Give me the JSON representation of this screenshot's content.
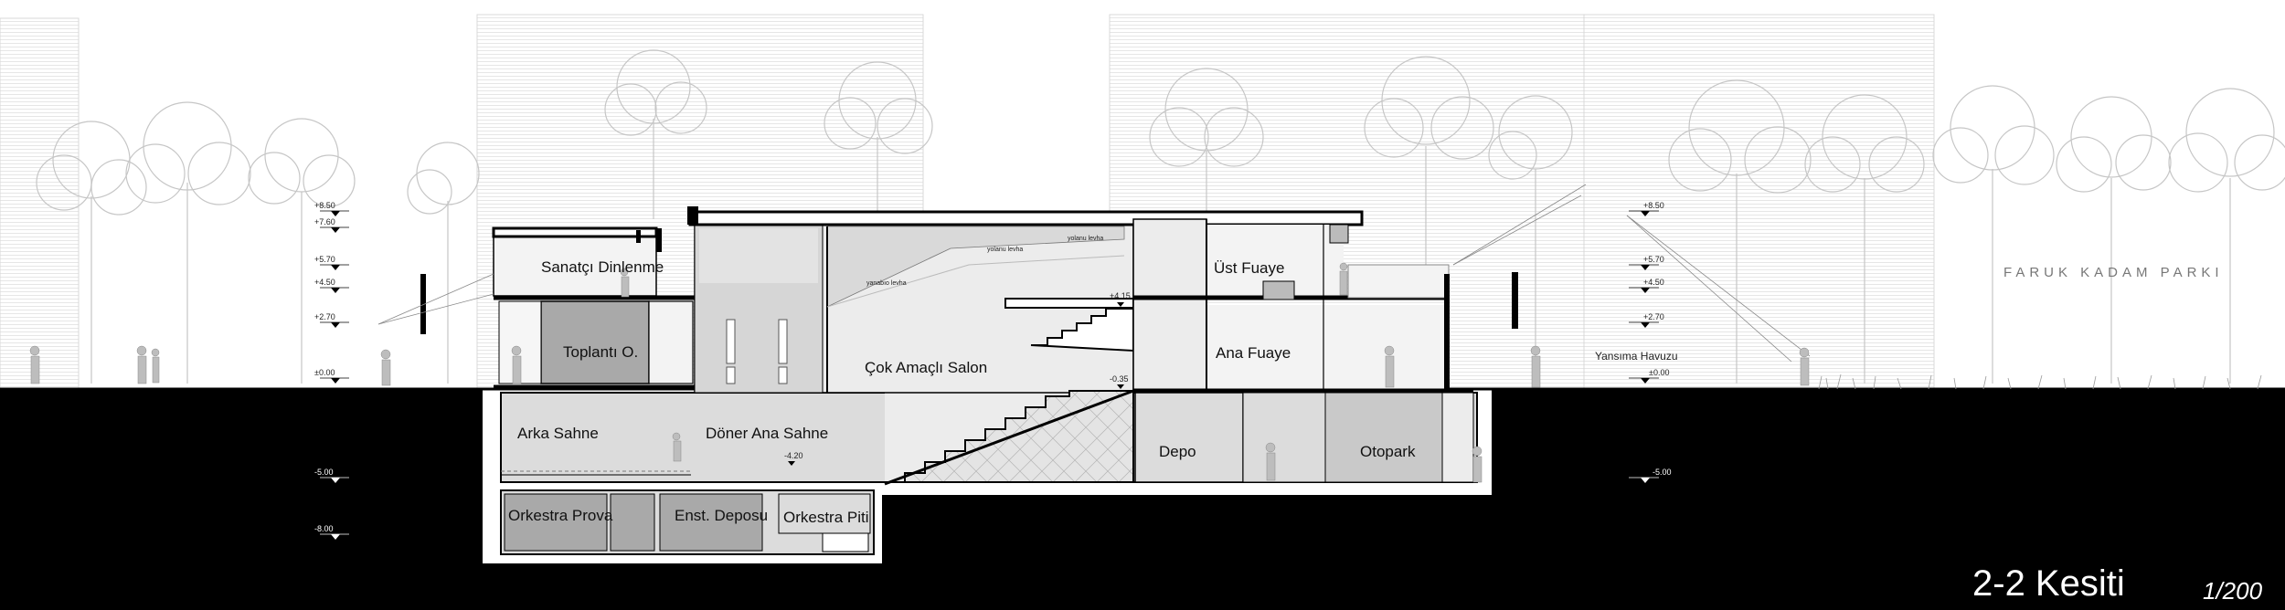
{
  "drawing": {
    "title": "2-2 Kesiti",
    "scale": "1/200",
    "park_label": "FARUK KADAM PARKI"
  },
  "rooms": {
    "sanatci": "Sanatçı Dinlenme",
    "toplanti": "Toplantı O.",
    "arka_sahne": "Arka Sahne",
    "doner": "Döner Ana Sahne",
    "cok_amacli": "Çok Amaçlı Salon",
    "ust_fuaye": "Üst Fuaye",
    "ana_fuaye": "Ana Fuaye",
    "depo": "Depo",
    "otopark": "Otopark",
    "orkestra_prova": "Orkestra Prova",
    "enst_deposu": "Enst. Deposu",
    "orkestra_piti": "Orkestra Piti",
    "yansima": "Yansıma Havuzu"
  },
  "levels_left": [
    "+8.50",
    "+7.60",
    "+5.70",
    "+4.50",
    "+2.70",
    "±0.00",
    "-5.00",
    "-8.00"
  ],
  "levels_right": [
    "+8.50",
    "+5.70",
    "+4.50",
    "+2.70",
    "±0.00",
    "-5.00"
  ],
  "spot_levels": {
    "balcony": "+4.15",
    "stalls": "-0.35",
    "stage": "-4.20"
  },
  "signs": {
    "s1": "yanabıo levha",
    "s2": "yolanu levha",
    "s3": "yolanu levha"
  },
  "colors": {
    "ground": "#000000",
    "room_dark": "#a9a9a9",
    "room_mid": "#c9c9c9",
    "room_light": "#dcdcdc",
    "trees": "#c4c4c4"
  }
}
